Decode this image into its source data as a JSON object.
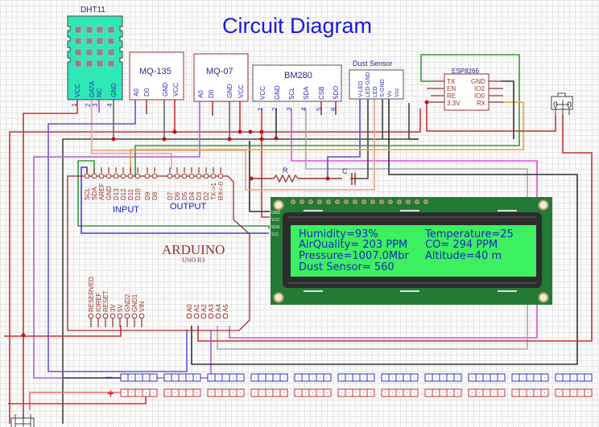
{
  "title": "Circuit Diagram",
  "components": {
    "dht11": {
      "label": "DHT11",
      "pins": [
        "VCC",
        "DATA",
        "NC",
        "GND"
      ],
      "pin_numbers": [
        "1",
        "2",
        "3",
        "4"
      ]
    },
    "mq135": {
      "label": "MQ-135",
      "pins": [
        "A0",
        "D0",
        "GND",
        "VCC"
      ]
    },
    "mq07": {
      "label": "MQ-07",
      "pins": [
        "A0",
        "D0",
        "GND",
        "VCC"
      ]
    },
    "bm280": {
      "label": "BM280",
      "pins": [
        "VCC",
        "GND",
        "SCL",
        "SDA",
        "CSB",
        "SDO"
      ],
      "pin_numbers": [
        "1",
        "2",
        "3",
        "4",
        "5",
        "6"
      ]
    },
    "dust": {
      "label": "Dust Sensor",
      "pins": [
        "V-LED",
        "LED-GND",
        "LED",
        "S-GND",
        "Vo",
        "Vcc"
      ]
    },
    "esp8266": {
      "label": "ESP8266",
      "left_pins": [
        "TX",
        "EN",
        "RE",
        "3.3V"
      ],
      "right_pins": [
        "GND",
        "IO2",
        "IO0",
        "RX"
      ]
    },
    "resistor": {
      "label": "R"
    },
    "capacitor": {
      "label": "C"
    },
    "arduino": {
      "name": "ARDUINO",
      "model": "UNO R3",
      "input_label": "INPUT",
      "output_label": "OUTPUT",
      "top_pins": [
        "SCL",
        "SDA",
        "AREF",
        "GND",
        "D13",
        "D12",
        "D11",
        "D10",
        "D9",
        "D8",
        "D7",
        "D6",
        "D5",
        "D4",
        "D3",
        "D2",
        "TX->1",
        "RX<-0"
      ],
      "power_pins": [
        "RESERVED",
        "IOREF",
        "RESET",
        "3V",
        "5V",
        "GND2",
        "GND1",
        "VIN"
      ],
      "analog_pins": [
        "A0",
        "A1",
        "A2",
        "A3",
        "A4",
        "A5"
      ]
    },
    "lcd": {
      "pins": [
        "GND",
        "VCC",
        "SDA",
        "SCL"
      ],
      "lines": [
        {
          "left": "Humidity=93%",
          "right": "Temperature=25"
        },
        {
          "left": "AirQuality= 203 PPM",
          "right": "CO= 294 PPM"
        },
        {
          "left": "Pressure=1007.0Mbr",
          "right": "Altitude=40 m"
        },
        {
          "left": "Dust Sensor= 560",
          "right": ""
        }
      ]
    },
    "breadboard": {
      "minus_label": "−",
      "plus_label": "+",
      "groups": 11,
      "holes_per_group": 5
    }
  },
  "colors": {
    "title": "#1a1adc",
    "dht_body": "#2ee8b8",
    "lcd_screen": "#3cf060",
    "lcd_board": "#237a35",
    "arduino_outline": "#9a3030",
    "wire_red": "#c83232",
    "wire_black": "#333333",
    "wire_purple": "#9a50d0",
    "wire_blue": "#4040d0",
    "wire_green": "#3a9a3a",
    "wire_orange": "#f0a030",
    "wire_salmon": "#f09080",
    "wire_magenta": "#e050e0",
    "wire_gray": "#aaaaaa"
  }
}
